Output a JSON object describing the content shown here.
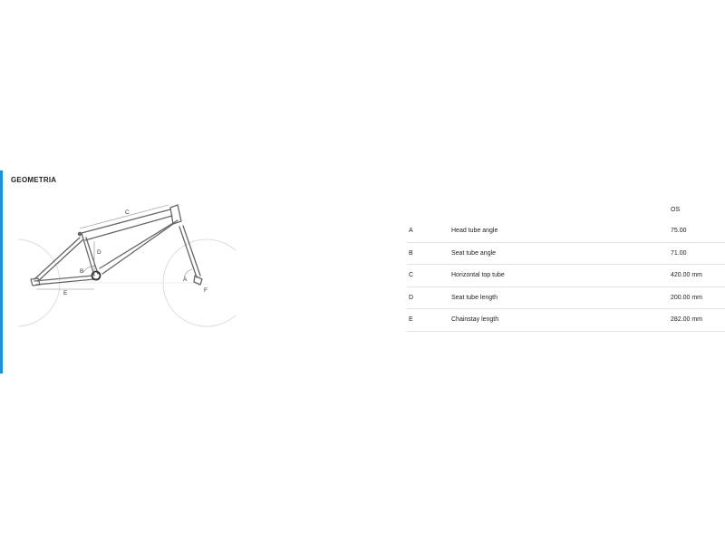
{
  "section": {
    "title": "GEOMETRIA"
  },
  "diagram": {
    "labels": {
      "a": "A",
      "b": "B",
      "c": "C",
      "d": "D",
      "e": "E",
      "f": "F"
    }
  },
  "table": {
    "column_header": "OS",
    "rows": [
      {
        "code": "A",
        "name": "Head tube angle",
        "value": "75.00"
      },
      {
        "code": "B",
        "name": "Seat tube angle",
        "value": "71.00"
      },
      {
        "code": "C",
        "name": "Horizontal top tube",
        "value": "420.00 mm"
      },
      {
        "code": "D",
        "name": "Seat tube length",
        "value": "200.00 mm"
      },
      {
        "code": "E",
        "name": "Chainstay length",
        "value": "282.00 mm"
      }
    ]
  },
  "colors": {
    "accent": "#1f8fd6",
    "frame": "#555555",
    "wheel": "#dddddd"
  }
}
